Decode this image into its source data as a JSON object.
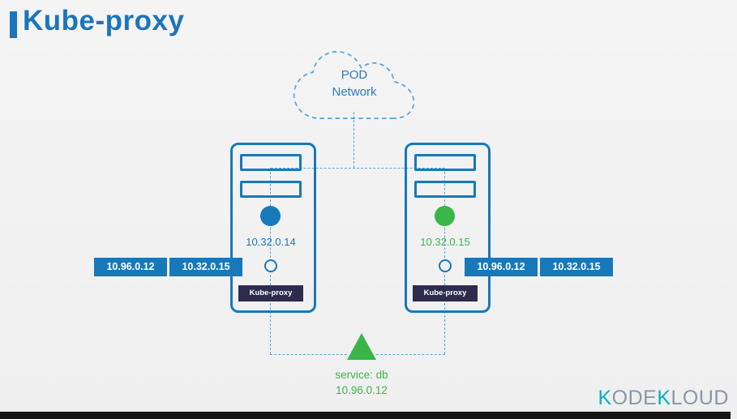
{
  "title": "Kube-proxy",
  "cloud": {
    "line1": "POD",
    "line2": "Network"
  },
  "nodes": [
    {
      "pod_ip": "10.32.0.14",
      "badge": "Kube-proxy",
      "ip_boxes": [
        "10.96.0.12",
        "10.32.0.15"
      ]
    },
    {
      "pod_ip": "10.32.0.15",
      "badge": "Kube-proxy",
      "ip_boxes": [
        "10.96.0.12",
        "10.32.0.15"
      ]
    }
  ],
  "service": {
    "label": "service: db",
    "ip": "10.96.0.12"
  },
  "logo": {
    "k1": "K",
    "ode": "ODE",
    "k2": "K",
    "loud": "LOUD"
  },
  "colors": {
    "accent_blue": "#1b75bc",
    "node_blue": "#1779ba",
    "line_blue": "#5aa7d6",
    "cloud_text": "#2e7cb5",
    "green": "#39b54a",
    "badge_bg": "#2d2b4e",
    "logo_teal": "#00b2bd",
    "logo_slate": "#8897ab",
    "bar_black": "#141414"
  }
}
